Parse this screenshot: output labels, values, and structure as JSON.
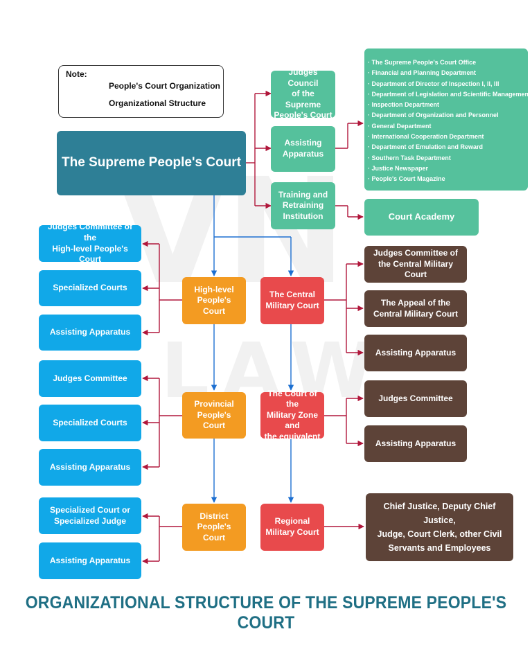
{
  "legend": {
    "title": "Note:",
    "items": [
      {
        "label": "People's Court Organization",
        "color": "#1c6fd1"
      },
      {
        "label": "Organizational Structure",
        "color": "#b0173b"
      }
    ]
  },
  "colors": {
    "root": "#2e7f96",
    "green": "#55c19c",
    "blue": "#11a8e8",
    "orange": "#f39b22",
    "red": "#e84a4c",
    "brown": "#5d4338",
    "org_line": "#1c6fd1",
    "struct_line": "#b0173b"
  },
  "nodes": {
    "supreme_court": "The Supreme People's Court",
    "judges_council": "Judges Council\nof the Supreme\nPeople's Court",
    "assisting_apparatus_supreme": "Assisting\nApparatus",
    "training_institution": "Training and\nRetraining\nInstitution",
    "court_academy": "Court Academy",
    "high_judges_committee": "Judges Committee of the\nHigh-level People's Court",
    "high_specialized_courts": "Specialized Courts",
    "high_assisting_apparatus": "Assisting Apparatus",
    "high_level_court": "High-level\nPeople's Court",
    "central_military_court": "The Central\nMilitary Court",
    "central_judges_committee": "Judges Committee of\nthe Central Military Court",
    "central_appeal_court": "The Appeal of the\nCentral Military Court",
    "central_assisting_apparatus": "Assisting Apparatus",
    "provincial_judges_committee": "Judges Committee",
    "provincial_specialized_courts": "Specialized Courts",
    "provincial_assisting_apparatus": "Assisting Apparatus",
    "provincial_court": "Provincial\nPeople's Court",
    "military_zone_court": "The Court of the\nMilitary Zone and\nthe equivalent",
    "military_zone_judges_committee": "Judges Committee",
    "military_zone_assisting_apparatus": "Assisting Apparatus",
    "district_specialized": "Specialized Court or\nSpecialized Judge",
    "district_assisting_apparatus": "Assisting Apparatus",
    "district_court": "District\nPeople's Court",
    "regional_military_court": "Regional\nMilitary Court",
    "regional_staff": "Chief Justice, Deputy Chief Justice,\nJudge, Court Clerk, other Civil\nServants and Employees"
  },
  "departments": [
    "The Supreme People's Court Office",
    "Financial and Planning Department",
    "Department of Director of Inspection I, II, III",
    "Department of Legislation and Scientific Management",
    "Inspection Department",
    "Department of Organization and Personnel",
    "General Department",
    "International Cooperation Department",
    "Department of Emulation and Reward",
    "Southern Task Department",
    "Justice Newspaper",
    "People's Court Magazine"
  ],
  "watermark": "VN LAW",
  "title": "ORGANIZATIONAL STRUCTURE OF THE SUPREME PEOPLE'S COURT"
}
